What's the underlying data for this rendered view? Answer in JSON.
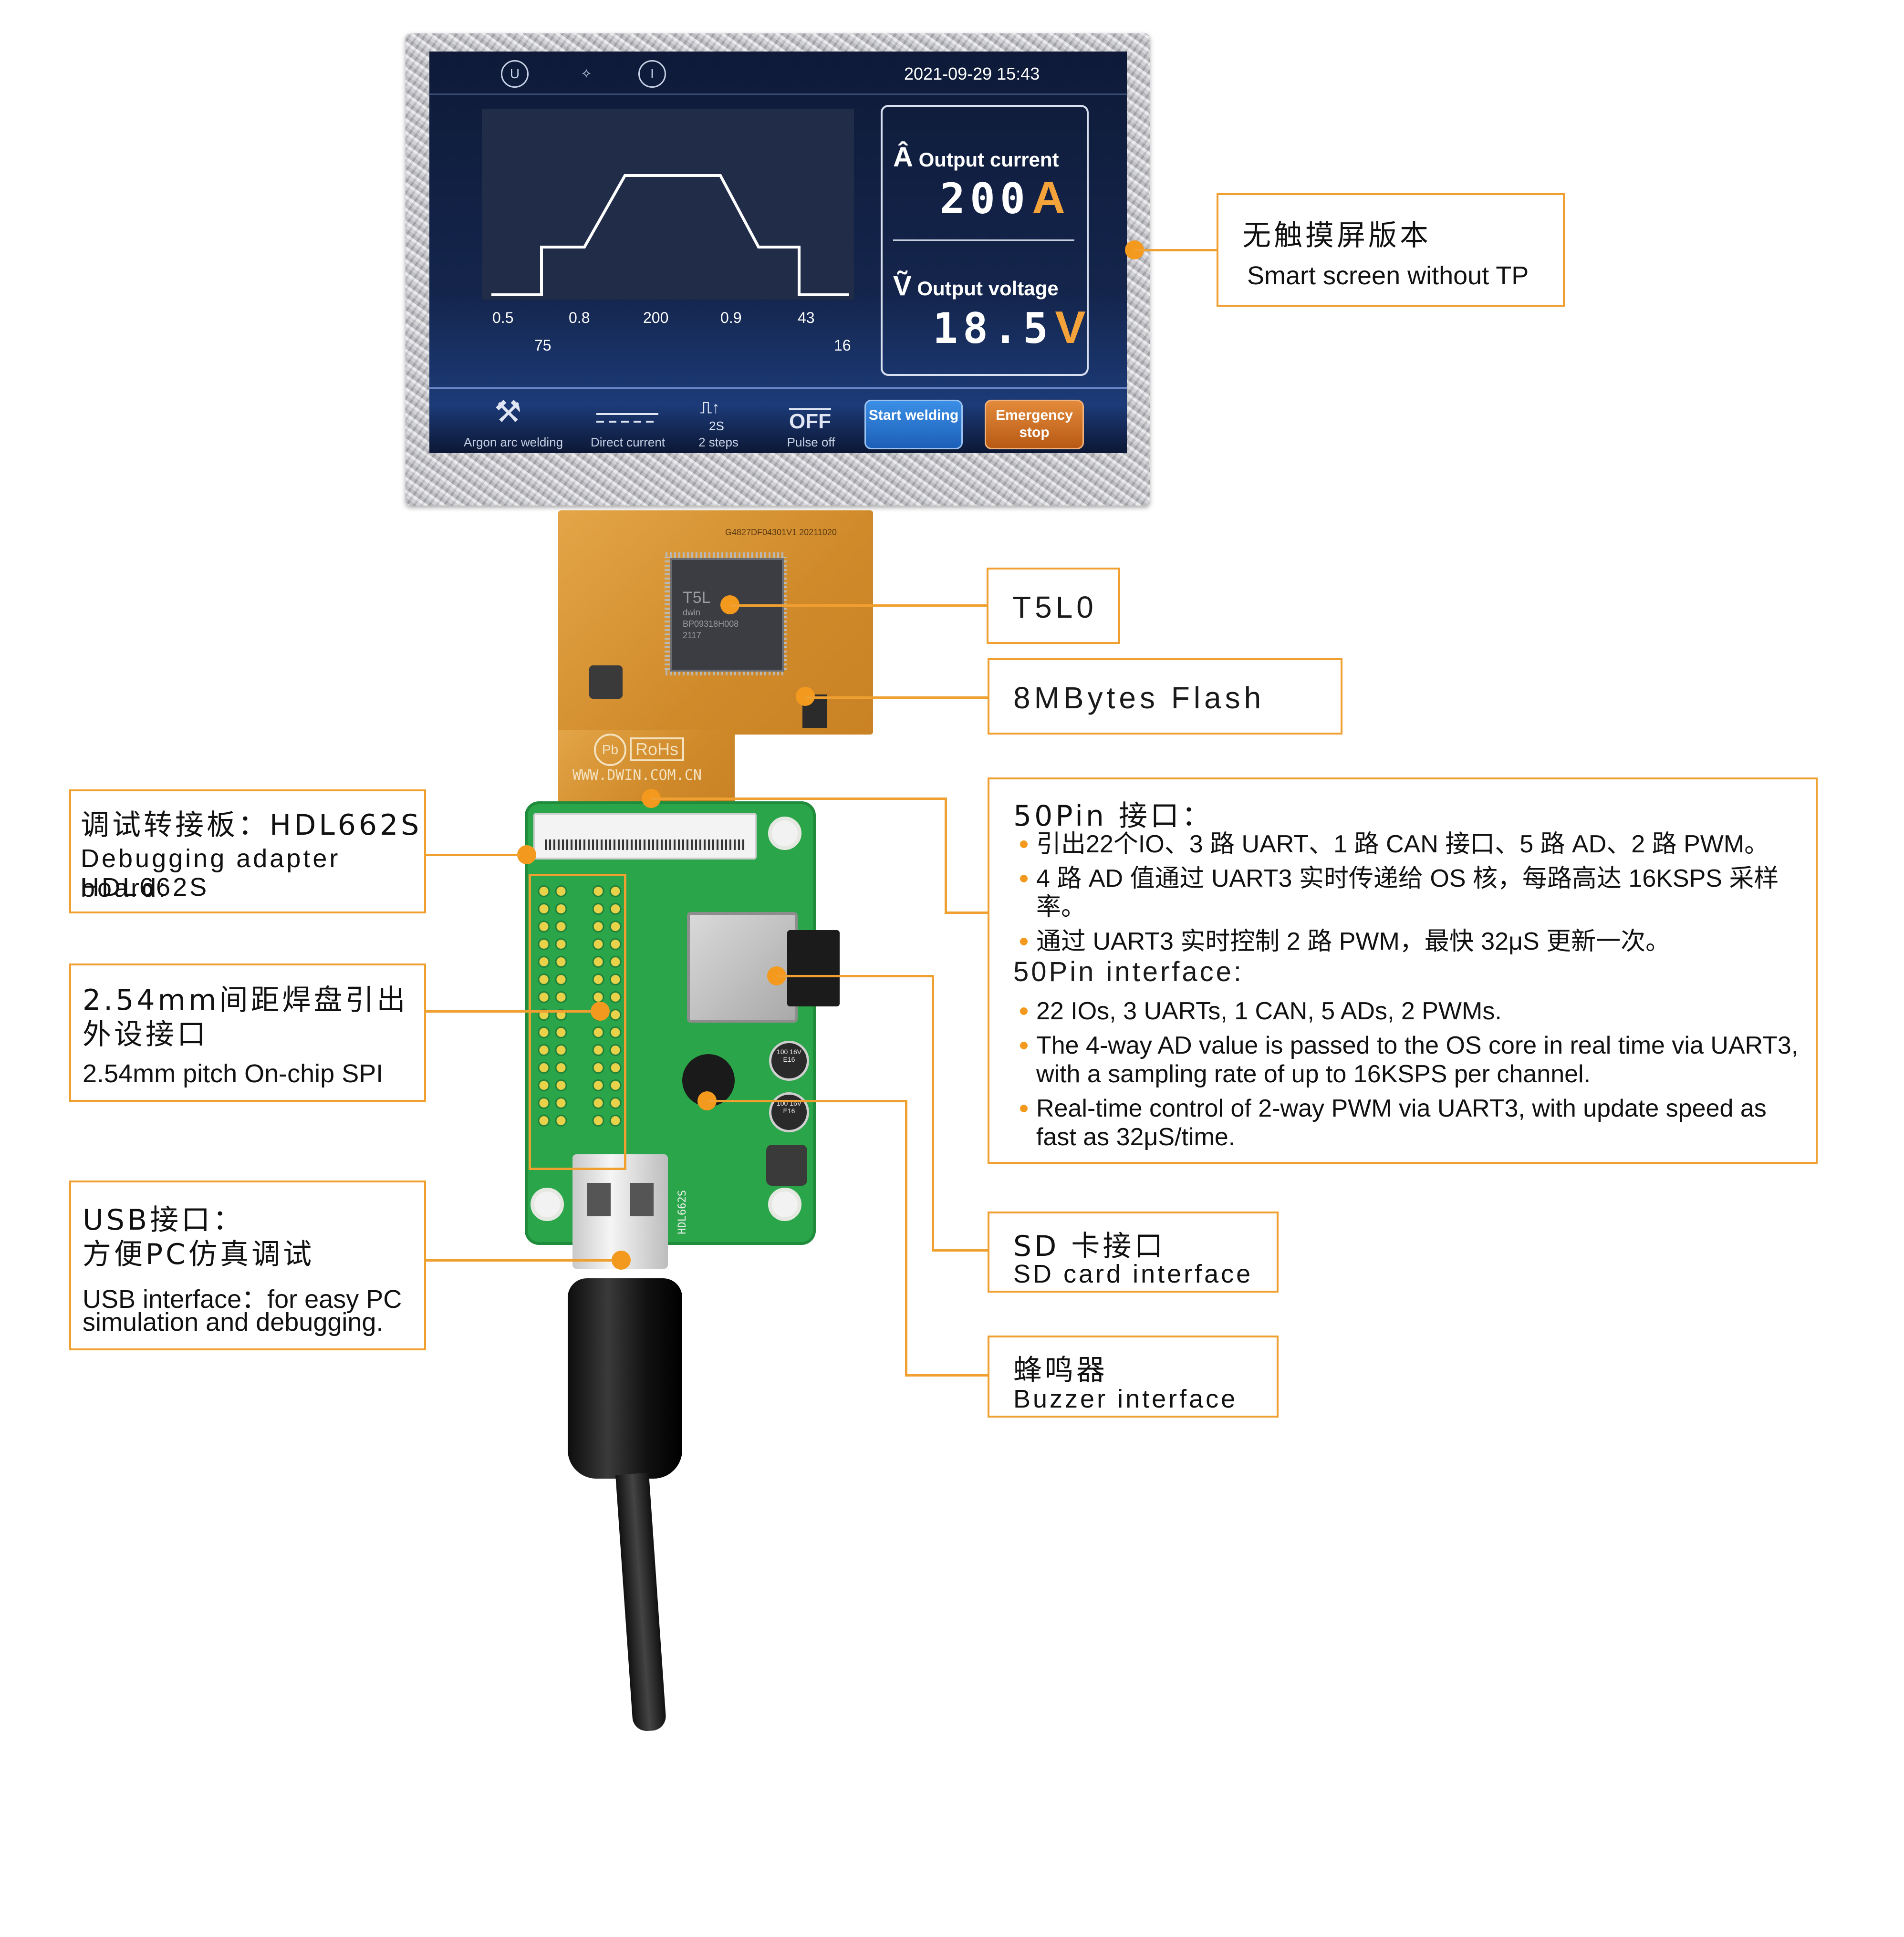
{
  "screen": {
    "datetime": "2021-09-29   15:43",
    "graph_labels_top": [
      "0.5",
      "0.8",
      "200",
      "0.9",
      "43"
    ],
    "graph_labels_bottom": [
      "75",
      "16"
    ],
    "current": {
      "title": "Output current",
      "value": "200",
      "unit": "A"
    },
    "voltage": {
      "title": "Output voltage",
      "value": "18.5",
      "unit": "V"
    },
    "bottom_items": [
      "Argon arc welding",
      "Direct current",
      "2 steps",
      "Pulse off"
    ],
    "step_glyph": "2S",
    "off_glyph": "OFF",
    "start_button": "Start welding",
    "stop_button": "Emergency stop"
  },
  "board": {
    "chip_text": "T5L",
    "chip_sub": "dwin",
    "chip_code": "BP09318H008",
    "chip_year": "2117",
    "fpc_code": "G4827DF04301V1 20211020",
    "rohs": "RoHs",
    "pb": "Pb",
    "url": "WWW.DWIN.COM.CN",
    "pcb_model": "HDL662S",
    "cap1": "100 16V E16",
    "cap2": "100 16V E16"
  },
  "callouts": {
    "screen": {
      "zh": "无触摸屏版本",
      "en": "Smart screen without TP"
    },
    "t5l0": {
      "label": "T5L0"
    },
    "flash": {
      "label": "8MBytes Flash"
    },
    "pin50": {
      "zh_title": "50Pin 接口：",
      "zh_items": [
        "引出22个IO、3 路 UART、1 路 CAN 接口、5 路 AD、2 路 PWM。",
        "4 路 AD 值通过 UART3 实时传递给 OS 核，每路高达 16KSPS 采样率。",
        "通过 UART3 实时控制 2 路 PWM，最快 32μS 更新一次。"
      ],
      "en_title": "50Pin interface:",
      "en_items": [
        "22 IOs, 3 UARTs, 1 CAN, 5 ADs, 2 PWMs.",
        "The 4-way AD value is passed to the OS core in real time via UART3, with a sampling rate of up to 16KSPS per channel.",
        "Real-time control of 2-way PWM via UART3, with update speed as fast as 32μS/time."
      ]
    },
    "debug": {
      "zh": "调试转接板：HDL662S",
      "en1": "Debugging adapter board:",
      "en2": "HDL662S"
    },
    "pitch": {
      "zh1": "2.54mm间距焊盘引出",
      "zh2": "外设接口",
      "en": "2.54mm pitch On-chip SPI"
    },
    "usb": {
      "zh1": "USB接口：",
      "zh2": "方便PC仿真调试",
      "en1": "USB interface：for easy PC",
      "en2": "simulation and debugging."
    },
    "sd": {
      "zh": "SD 卡接口",
      "en": "SD card interface"
    },
    "buzzer": {
      "zh": "蜂鸣器",
      "en": "Buzzer interface"
    }
  },
  "colors": {
    "accent": "#f0a030",
    "dot": "#f39a1e",
    "pcb": "#2aa54a",
    "fpc": "#d08a2a"
  }
}
